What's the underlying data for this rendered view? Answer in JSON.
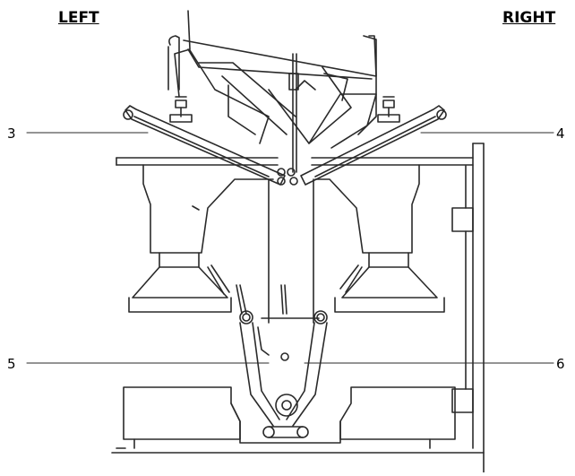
{
  "labels": {
    "left": "LEFT",
    "right": "RIGHT",
    "callout_3": "3",
    "callout_4": "4",
    "callout_5": "5",
    "callout_6": "6"
  },
  "colors": {
    "line": "#2a2a2a",
    "background": "#ffffff"
  }
}
